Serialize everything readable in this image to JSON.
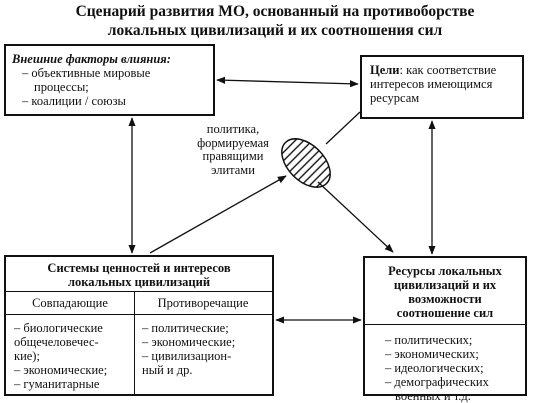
{
  "title": {
    "line1": "Сценарий развития МО, основанный на противоборстве",
    "line2": "локальных цивилизаций и их соотношения сил"
  },
  "external": {
    "heading": "Внешние факторы влияния:",
    "items": [
      "– объективные мировые",
      "процессы;",
      "– коалиции / союзы"
    ]
  },
  "goals": {
    "heading": "Цели",
    "text_lines": [
      ": как соответствие",
      "интересов имеющимся",
      "ресурсам"
    ]
  },
  "policy": {
    "lines": [
      "политика,",
      "формируемая",
      "правящими",
      "элитами"
    ]
  },
  "values": {
    "heading_lines": [
      "Системы ценностей и интересов",
      "локальных цивилизаций"
    ],
    "left_head": "Совпадающие",
    "right_head": "Противоречащие",
    "left_items": [
      "– биологические",
      "общечеловечес-",
      "кие);",
      "– экономические;",
      "– гуманитарные"
    ],
    "right_items": [
      "– политические;",
      "– экономические;",
      "– цивилизацион-",
      "ный и др."
    ]
  },
  "resources": {
    "heading_lines": [
      "Ресурсы локальных",
      "цивилизаций и их",
      "возможности",
      "соотношение сил"
    ],
    "items": [
      "– политических;",
      "– экономических;",
      "– идеологических;",
      "– демографических",
      "военных и т.д."
    ]
  }
}
